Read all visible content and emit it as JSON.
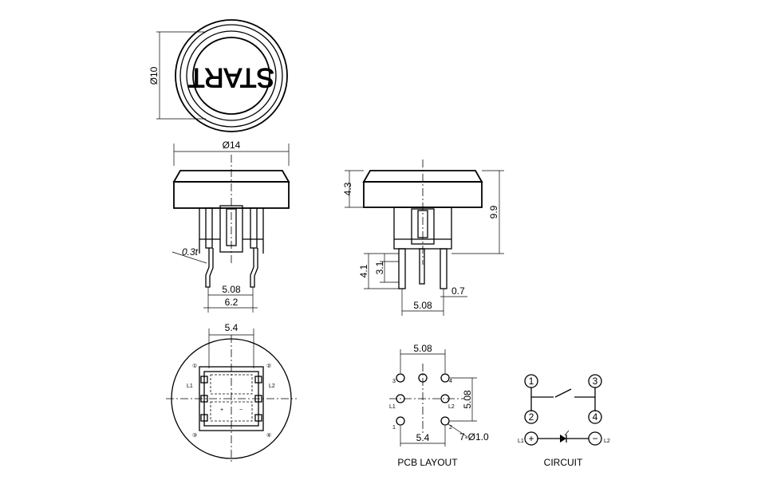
{
  "top_view": {
    "cap_text": "START",
    "dim_diameter": "Ø10"
  },
  "front_view": {
    "dim_width": "Ø14",
    "dim_pin_thickness": "0.3t",
    "dim_pin_pitch": "5.08",
    "dim_pin_span": "6.2"
  },
  "side_view": {
    "dim_cap_height": "4.3",
    "dim_total_height": "9.9",
    "dim_pin_length": "4.1",
    "dim_pin_to_stop": "3.1",
    "dim_pitch": "5.08",
    "dim_pin_width": "0.7"
  },
  "bottom_view": {
    "dim_pitch": "5.4",
    "pin_labels": [
      "①",
      "②",
      "③",
      "④"
    ],
    "led_labels": [
      "L1",
      "L2"
    ]
  },
  "pcb_layout": {
    "title": "PCB LAYOUT",
    "dim_top": "5.08",
    "dim_right": "5.08",
    "dim_bottom": "5.4",
    "dim_holes": "7-Ø1.0",
    "hole_labels": [
      "3",
      "4",
      "1",
      "2"
    ],
    "led_labels": [
      "L1",
      "L2"
    ]
  },
  "circuit": {
    "title": "CIRCUIT",
    "terminals": [
      "1",
      "3",
      "2",
      "4"
    ],
    "led_terminals": [
      "L1",
      "L2"
    ],
    "plus_sign": "+",
    "minus_sign": "−"
  }
}
